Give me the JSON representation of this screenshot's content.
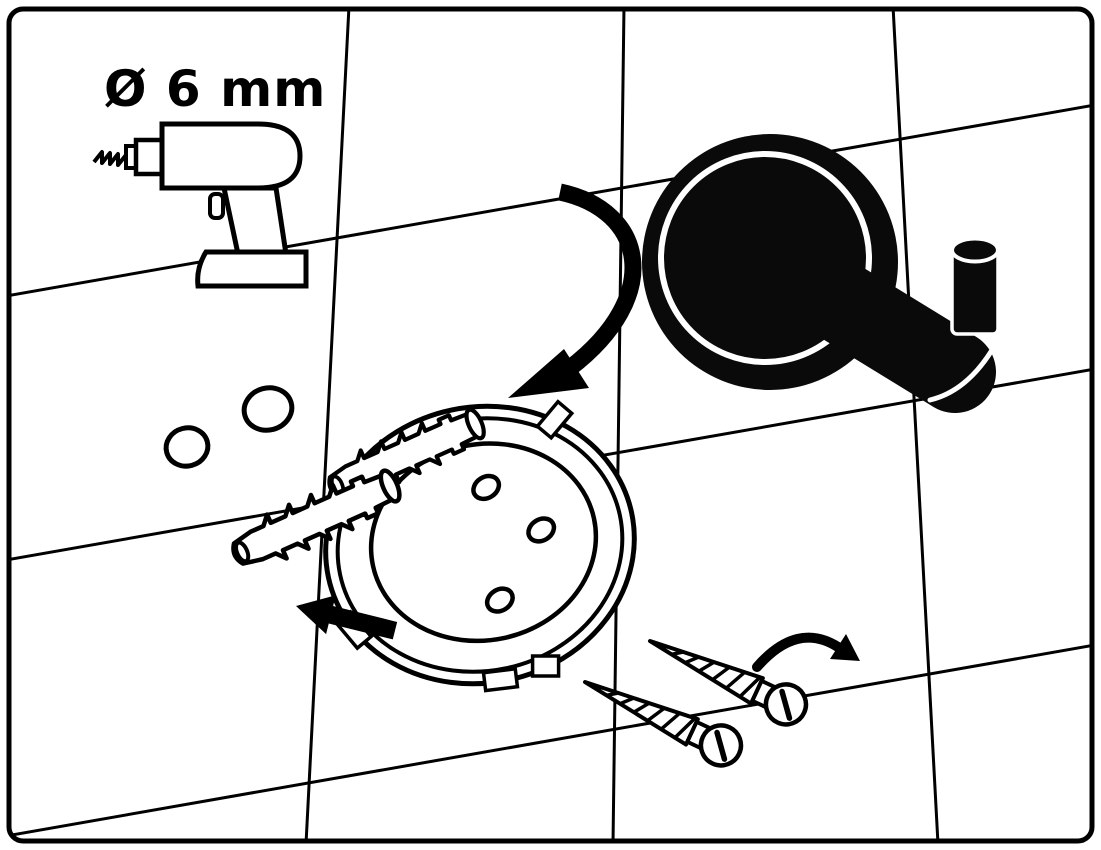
{
  "meta": {
    "type": "installation-instruction-diagram"
  },
  "labels": {
    "drill_diameter": "Ø 6 mm"
  },
  "colors": {
    "ink": "#000000",
    "background": "#ffffff",
    "product_fill": "#0a0a0a",
    "highlight_line": "#ffffff"
  },
  "wall": {
    "pattern": "tilted-tile-grid",
    "vertical_joints": 3,
    "sloped_joints": 3
  },
  "parts": [
    {
      "name": "drill-icon",
      "count": 1
    },
    {
      "name": "pilot-hole-icon",
      "count": 2
    },
    {
      "name": "wall-plug-icon",
      "count": 2
    },
    {
      "name": "insert-arrow-icon",
      "count": 1
    },
    {
      "name": "mounting-plate-icon",
      "count": 1,
      "screw_holes": 3
    },
    {
      "name": "rotate-down-arrow-icon",
      "count": 1
    },
    {
      "name": "wall-hook-icon",
      "count": 1
    },
    {
      "name": "screw-icon",
      "count": 2
    },
    {
      "name": "tighten-arrow-icon",
      "count": 1
    }
  ]
}
